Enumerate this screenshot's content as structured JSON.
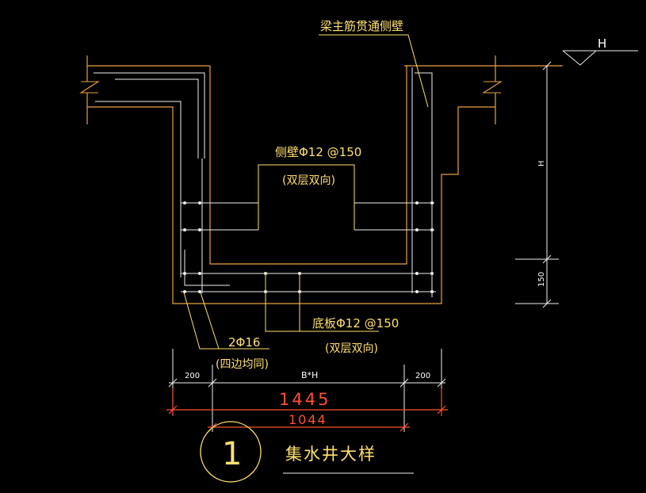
{
  "colors": {
    "background": "#000000",
    "structure": "#e8a040",
    "rebar": "#f0f0f0",
    "dimension": "#f0f0f0",
    "dimension_red": "#ff5030",
    "annotation": "#ffe070",
    "text_white": "#ffffff"
  },
  "labels": {
    "beam_note": "梁主筋贯通侧壁",
    "level_mark": "H",
    "depth_dim": "H",
    "bottom_dim": "150",
    "side_wall": "侧壁Φ12 @150",
    "side_wall_sub": "(双层双向)",
    "bottom_slab": "底板Φ12 @150",
    "bottom_slab_sub": "(双层双向)",
    "corner_bars": "2Φ16",
    "corner_bars_sub": "(四边均同)",
    "dim_left": "200",
    "dim_middle": "B*H",
    "dim_right": "200",
    "dim_total": "1445",
    "dim_inner": "1044",
    "detail_number": "1",
    "detail_title": "集水井大样"
  }
}
